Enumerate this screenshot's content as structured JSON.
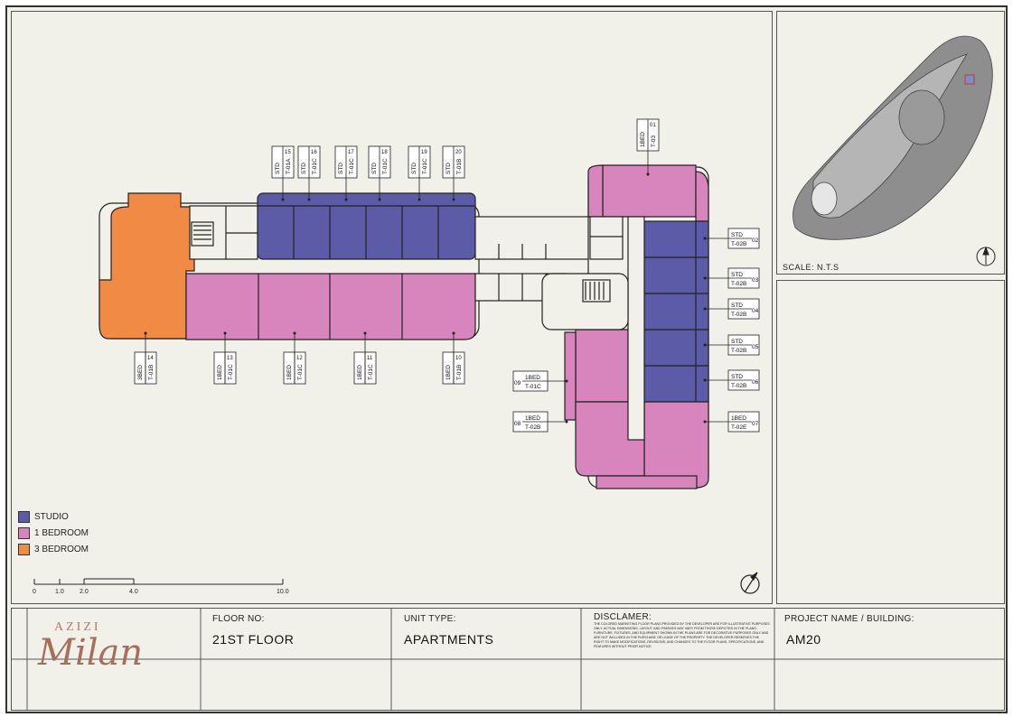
{
  "legend": [
    {
      "label": "STUDIO",
      "color": "#5b5ba8"
    },
    {
      "label": "1 BEDROOM",
      "color": "#d985bd"
    },
    {
      "label": "3 BEDROOM",
      "color": "#f08a45"
    }
  ],
  "colors": {
    "studio": "#5b5ba8",
    "one_bed": "#d985bd",
    "three_bed": "#f08a45",
    "background": "#f2f1e9"
  },
  "scale_bar": {
    "ticks": [
      "0",
      "1.0",
      "2.0",
      "4.0",
      "10.0"
    ]
  },
  "key_plan": {
    "scale_label": "SCALE: N.T.S"
  },
  "title_block": {
    "floor_label": "FLOOR NO:",
    "floor_value": "21ST FLOOR",
    "unit_type_label": "UNIT TYPE:",
    "unit_type_value": "APARTMENTS",
    "disclaimer_label": "DISCLAMER:",
    "disclaimer_text": "THE COLORED MARKETING FLOOR PLANS PROVIDED BY THE DEVELOPER ARE FOR ILLUSTRATIVE PURPOSES ONLY. ACTUAL DIMENSIONS, LAYOUT, AND FINISHES MAY VARY FROM THOSE DEPICTED IN THE PLANS. FURNITURE, FIXTURES, AND EQUIPMENT SHOWN IN THE PLANS ARE FOR DECORATIVE PURPOSES ONLY AND ARE NOT INCLUDED IN THE PURCHASE OR LEASE OF THE PROPERTY. THE DEVELOPER RESERVES THE RIGHT TO MAKE MODIFICATIONS, REVISIONS, AND CHANGES TO THE FLOOR PLANS, SPECIFICATIONS, AND FEATURES WITHOUT PRIOR NOTICE.",
    "project_label": "PROJECT NAME / BUILDING:",
    "project_value": "AM20",
    "logo_small": "AZIZI",
    "logo_big": "Milan"
  },
  "units": [
    {
      "no": "15",
      "type": "STD",
      "code": "T-01A"
    },
    {
      "no": "16",
      "type": "STD",
      "code": "T-01C"
    },
    {
      "no": "17",
      "type": "STD",
      "code": "T-01C"
    },
    {
      "no": "18",
      "type": "STD",
      "code": "T-01C"
    },
    {
      "no": "19",
      "type": "STD",
      "code": "T-01C"
    },
    {
      "no": "20",
      "type": "STD",
      "code": "T-01B"
    },
    {
      "no": "01",
      "type": "1BED",
      "code": "T-03"
    },
    {
      "no": "14",
      "type": "3BED",
      "code": "T-01B"
    },
    {
      "no": "13",
      "type": "1BED",
      "code": "T-01C"
    },
    {
      "no": "12",
      "type": "1BED",
      "code": "T-01C"
    },
    {
      "no": "11",
      "type": "1BED",
      "code": "T-01C"
    },
    {
      "no": "10",
      "type": "1BED",
      "code": "T-01B"
    },
    {
      "no": "02",
      "type": "STD",
      "code": "T-02B"
    },
    {
      "no": "03",
      "type": "STD",
      "code": "T-02B"
    },
    {
      "no": "04",
      "type": "STD",
      "code": "T-02B"
    },
    {
      "no": "05",
      "type": "STD",
      "code": "T-02B"
    },
    {
      "no": "06",
      "type": "STD",
      "code": "T-02B"
    },
    {
      "no": "07",
      "type": "1BED",
      "code": "T-02E"
    },
    {
      "no": "09",
      "type": "1BED",
      "code": "T-01C"
    },
    {
      "no": "08",
      "type": "1BED",
      "code": "T-02B"
    }
  ]
}
